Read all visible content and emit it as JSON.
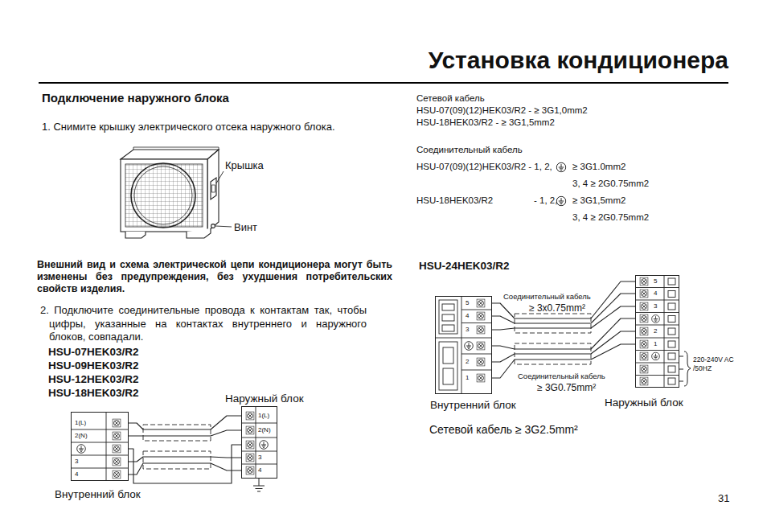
{
  "diagram": {
    "title": "Установка кондиционера",
    "nodes": [
      {
        "text": [
          "Внутренний блок"
        ]
      },
      {
        "text": [
          "Наружный блок"
        ]
      },
      {
        "text": [
          "Внутренний блок"
        ]
      },
      {
        "text": [
          "Наружный блок"
        ]
      }
    ],
    "edges": [
      {
        "from": 0,
        "to": 1,
        "arrow": "none"
      },
      {
        "from": 0,
        "to": 1,
        "arrow": "none"
      },
      {
        "from": 0,
        "to": 1,
        "arrow": "none"
      },
      {
        "from": 0,
        "to": 1,
        "arrow": "none"
      },
      {
        "from": 0,
        "to": 1,
        "arrow": "none"
      },
      {
        "from": 2,
        "to": 3,
        "arrow": "none"
      },
      {
        "from": 2,
        "to": 3,
        "arrow": "none"
      },
      {
        "from": 2,
        "to": 3,
        "arrow": "none"
      },
      {
        "from": 2,
        "to": 3,
        "arrow": "none"
      },
      {
        "from": 2,
        "to": 3,
        "arrow": "none"
      },
      {
        "from": 2,
        "to": 3,
        "arrow": "none"
      }
    ],
    "labels": [
      "Подключение наружного блока",
      "1. Снимите крышку электрического отсека наружного блока.",
      "Крышка",
      "Винт",
      "Внешний вид и схема электрической цепи кондиционера могут быть изменены без предупреждения, без ухудшения потребительских свойств изделия.",
      "2. Подключите соединительные провода к контактам так, чтобы цифры, указанные на контактах внутреннего и наружного блоков, совпадали.",
      "HSU-07HEK03/R2",
      "HSU-09HEK03/R2",
      "HSU-12HEK03/R2",
      "HSU-18HEK03/R2",
      "Сетевой кабель",
      "HSU-07(09)(12)HEK03/R2 - ≥ 3G1,0mm2",
      "HSU-18HEK03/R2 - ≥ 3G1,5mm2",
      "Соединительный кабель",
      "HSU-07(09)(12)HEK03/R2 - 1, 2,",
      "≥ 3G1.0mm2",
      "3, 4 ≥ 2G0.75mm2",
      "HSU-18HEK03/R2",
      "- 1, 2,",
      "≥ 3G1,5mm2",
      "3, 4 ≥ 2G0.75mm2",
      "HSU-24HEK03/R2",
      "Соединительный кабель",
      "≥ 3x0.75mm²",
      "Соединительный кабель",
      "≥ 3G0.75mm²",
      "220-240V AC /50HZ",
      "Сетевой кабель ≥ 3G2.5mm²",
      "31",
      "1(L)",
      "2(N)",
      "3",
      "4",
      "1(L)",
      "2(N)",
      "3",
      "4",
      "5",
      "4",
      "3",
      "2",
      "1",
      "5",
      "4",
      "3",
      "2",
      "1"
    ]
  }
}
